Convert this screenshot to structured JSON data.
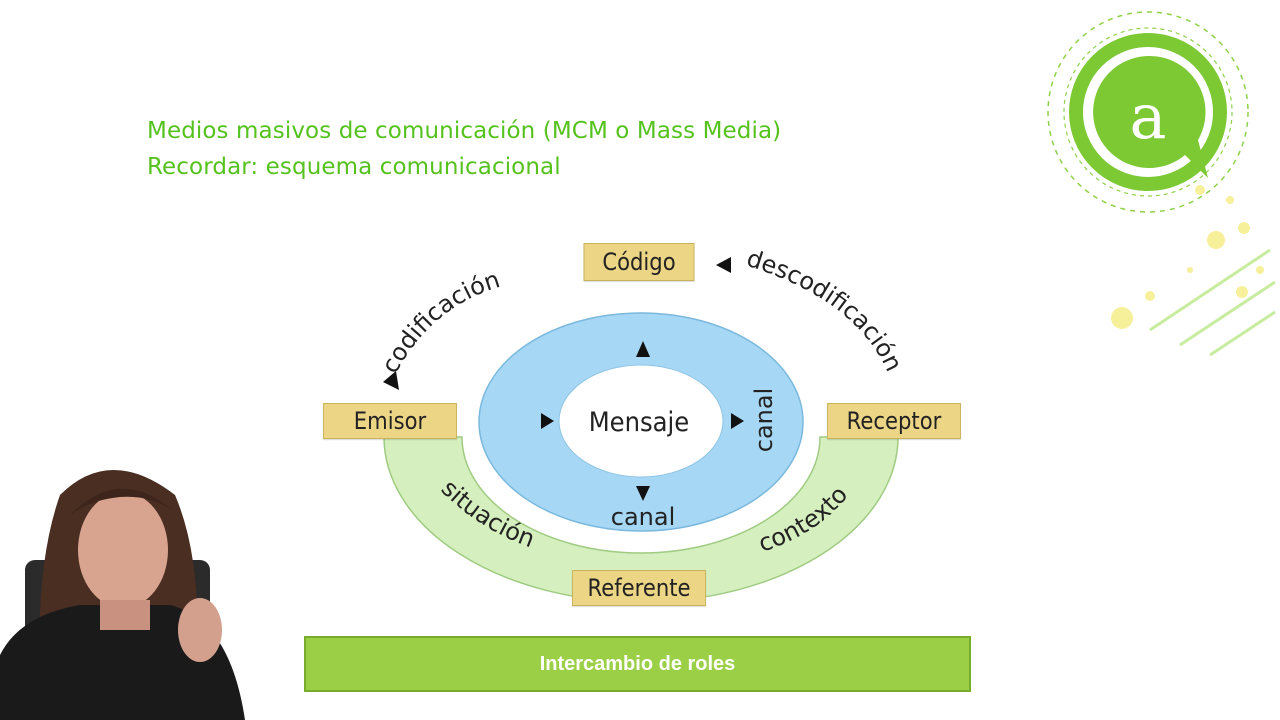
{
  "slide": {
    "title_line1": "Medios masivos de comunicación (MCM o Mass Media)",
    "title_line2": "Recordar: esquema comunicacional"
  },
  "diagram": {
    "codigo": "Código",
    "emisor": "Emisor",
    "receptor": "Receptor",
    "referente": "Referente",
    "mensaje": "Mensaje",
    "canal_right": "canal",
    "canal_bottom": "canal",
    "codificacion": "codificación",
    "descodificacion": "descodificación",
    "situacion": "situación",
    "contexto": "contexto"
  },
  "footer": {
    "roles": "Intercambio de roles"
  },
  "logo": {
    "letter": "a",
    "icon": "speech-bubble-logo-icon"
  },
  "colors": {
    "title_green": "#55c21d",
    "box_yellow": "#ecd686",
    "channel_blue": "#a6d8f6",
    "context_green": "#d6efbf",
    "bar_green": "#9bd046",
    "logo_green": "#7dc934"
  }
}
